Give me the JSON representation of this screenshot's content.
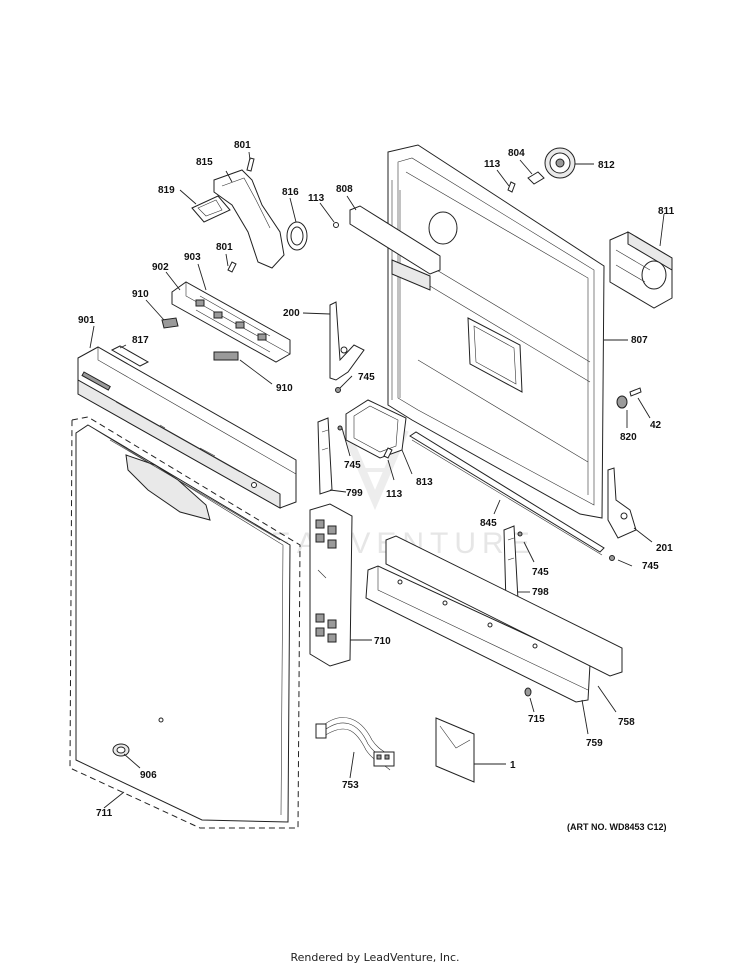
{
  "labels": {
    "l801a": "801",
    "l815": "815",
    "l819": "819",
    "l816": "816",
    "l113a": "113",
    "l808": "808",
    "l804": "804",
    "l812": "812",
    "l113b": "113",
    "l811": "811",
    "l801b": "801",
    "l903": "903",
    "l902": "902",
    "l910a": "910",
    "l901": "901",
    "l817": "817",
    "l910b": "910",
    "l200": "200",
    "l745a": "745",
    "l807": "807",
    "l820": "820",
    "l42": "42",
    "l745b": "745",
    "l799": "799",
    "l113c": "113",
    "l813": "813",
    "l845": "845",
    "l201": "201",
    "l745c": "745",
    "l745d": "745",
    "l798": "798",
    "l710": "710",
    "l715": "715",
    "l758": "758",
    "l759": "759",
    "l753": "753",
    "l1": "1",
    "l906": "906",
    "l711": "711"
  },
  "art_number": "(ART NO. WD8453 C12)",
  "watermark": "LEADVENTURE",
  "footer": "Rendered by LeadVenture, Inc."
}
